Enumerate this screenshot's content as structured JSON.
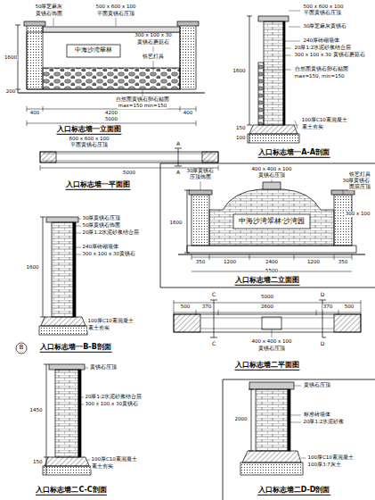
{
  "diagram": {
    "labels": [
      "50厚芝麻灰",
      "黄锈石饰面",
      "500 x 600 x 100",
      "平面黄锈石压顶",
      "300 x 100 x 30",
      "黄锈石蘑菇石",
      "中海沙湾翠林",
      "铁艺灯具",
      "自然面黄锈石卵石贴面",
      "max=150  min=150",
      "1600",
      "200",
      "400",
      "4200",
      "400",
      "5000",
      "入口标志墙一立面图",
      "500 x 600 x 100",
      "平面黄锈石压顶",
      "30厚芝麻灰黄锈石",
      "240厚砖砌墙体",
      "20厚1:2水泥砂浆结合层",
      "300 x 100 x 30 黄锈石蘑菇石",
      "自然面黄锈石卵石贴面",
      "max=150, min=150",
      "100厚C10素混凝土",
      "素土夯实",
      "1600",
      "150",
      "100",
      "入口标志墙一A-A剖面",
      "600 x 600 x 100",
      "平面黄锈石压顶",
      "A",
      "A",
      "5000",
      "入口标志墙一平面图",
      "30厚黄锈石",
      "压顶饰面",
      "400 x 400 x 100",
      "黄锈石压顶",
      "铁艺灯具",
      "30厚黄锈石",
      "面层压顶",
      "300 x 100",
      "中海沙湾翠林·沙湾园",
      "350",
      "1200",
      "2400",
      "1200",
      "350",
      "5500",
      "入口标志墙二立面图",
      "1600",
      "30厚黄锈石压顶",
      "50厚黄锈石饰面",
      "20厚1:2水泥砂浆结合层",
      "240厚砖砌墙体",
      "300 x 100 x 30黄锈石",
      "100厚C10素混凝土",
      "素土夯实",
      "1600",
      "B",
      "入口标志墙一B-B剖面",
      "C",
      "5000",
      "D",
      "500",
      "370",
      "2600",
      "370",
      "500",
      "C",
      "D",
      "400 x 400 x 100",
      "黄锈石压顶",
      "入口标志墙二平面图",
      "黄锈石压顶",
      "20厚1:2水泥砂浆结合层",
      "300 x 100 x 30黄锈石",
      "100厚C10素混凝土",
      "素土夯实",
      "1450",
      "150",
      "入口标志墙二C-C剖面",
      "黄锈石压顶",
      "标准砖墙体",
      "20厚1:2水泥砂浆",
      "100厚C10素混凝土",
      "100厚3:7灰土",
      "2000",
      "入口标志墙二D-D剖面"
    ]
  }
}
